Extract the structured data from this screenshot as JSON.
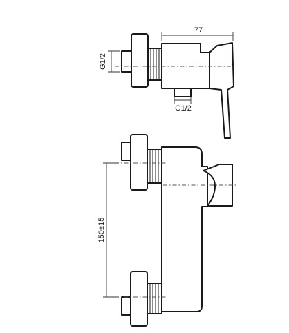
{
  "dimensions": {
    "width_top": "77",
    "inlet_thread_side": "G1/2",
    "outlet_thread": "G1/2",
    "inlet_spacing": "150±15"
  },
  "colors": {
    "line": "#1a1a1a",
    "background": "#ffffff"
  }
}
